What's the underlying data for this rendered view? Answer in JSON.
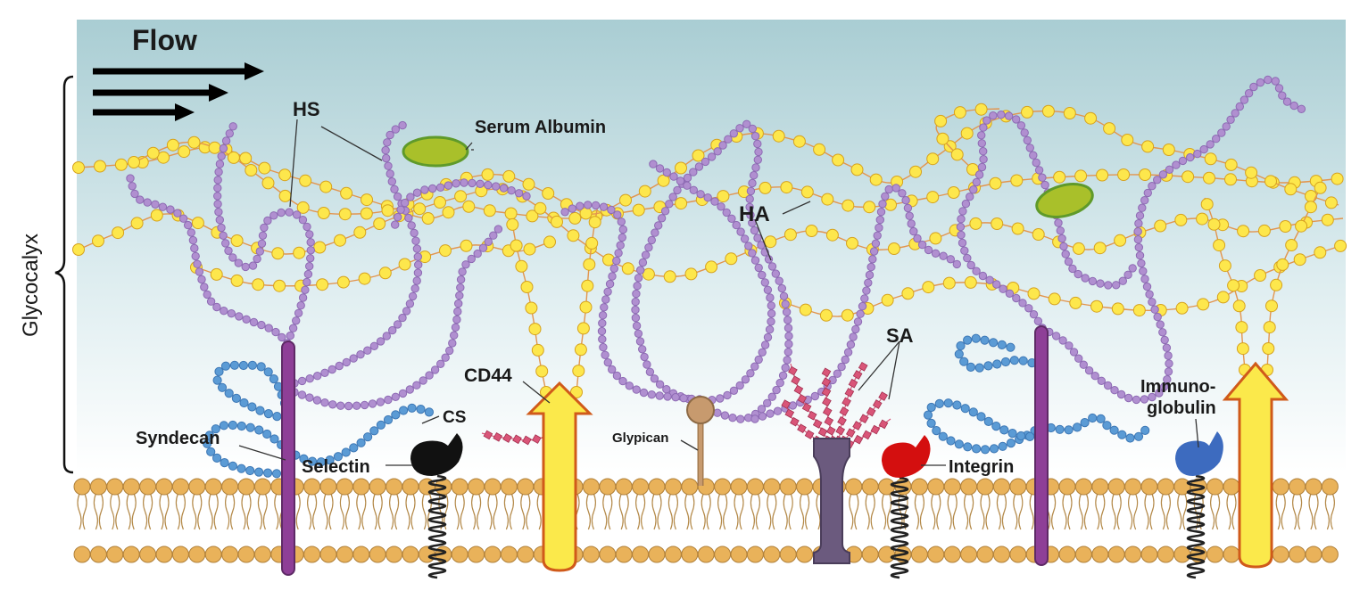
{
  "flow_label": "Flow",
  "glycocalyx_label": "Glycocalyx",
  "labels": {
    "hs": "HS",
    "serum_albumin": "Serum Albumin",
    "ha": "HA",
    "sa": "SA",
    "cd44": "CD44",
    "cs": "CS",
    "syndecan": "Syndecan",
    "selectin": "Selectin",
    "glypican": "Glypican",
    "integrin": "Integrin",
    "immunoglobulin_1": "Immuno-",
    "immunoglobulin_2": "globulin"
  },
  "colors": {
    "bg_top": "#a9cdd3",
    "bg_bottom": "#ffffff",
    "ha_bead": "#fde74c",
    "ha_link": "#e2954f",
    "hs_bead": "#b08fd0",
    "cs_bead": "#5b9bd5",
    "sa_bead": "#d95578",
    "membrane_head": "#e9b25a",
    "syndecan": "#8e3f97",
    "cd44": "#fbe94b",
    "glypican": "#c79a6e",
    "selectin": "#111111",
    "integrin": "#d40f0f",
    "immunoglobulin": "#3d6bbf",
    "sa_protein": "#6b5a7e",
    "albumin": "#9fbf2a"
  }
}
